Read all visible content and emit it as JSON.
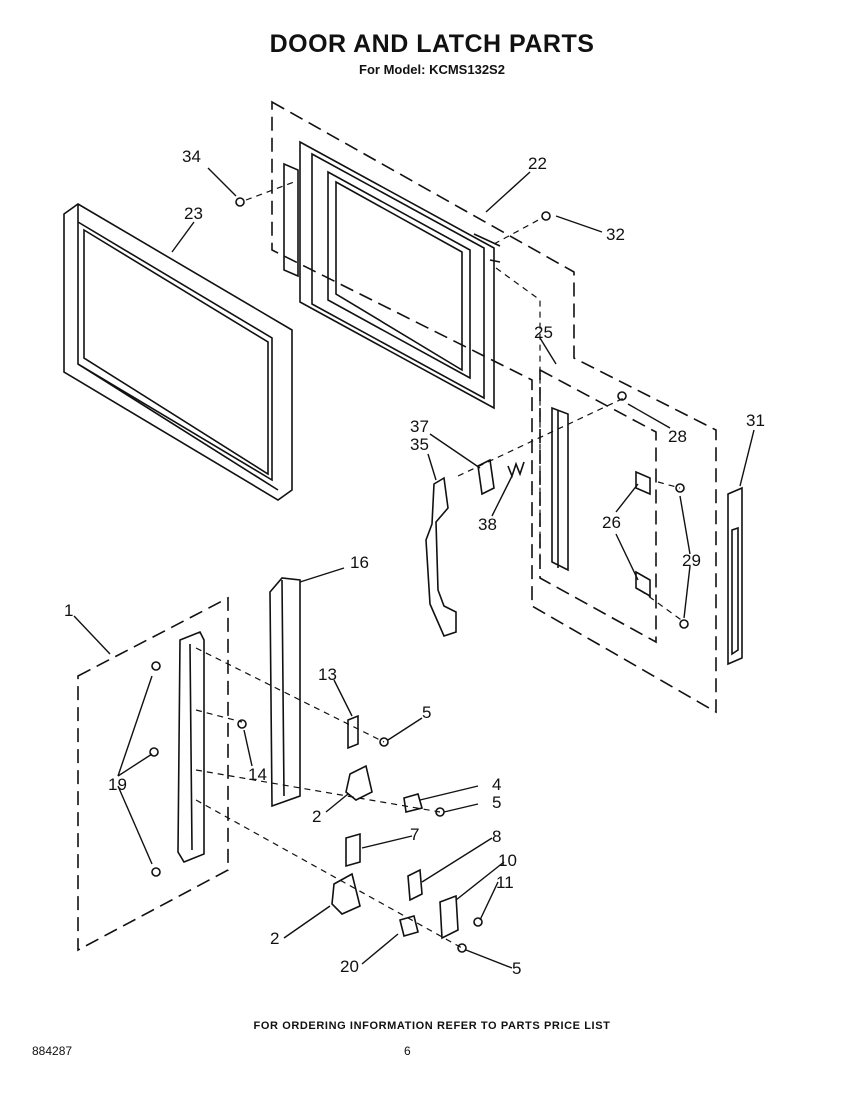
{
  "title": "DOOR AND LATCH PARTS",
  "subtitle": "For Model: KCMS132S2",
  "footer": "FOR ORDERING INFORMATION REFER TO PARTS PRICE LIST",
  "doc_number": "884287",
  "page_number": "6",
  "callouts": {
    "c1": "1",
    "c2a": "2",
    "c2b": "2",
    "c4": "4",
    "c5a": "5",
    "c5b": "5",
    "c5c": "5",
    "c7": "7",
    "c8": "8",
    "c10": "10",
    "c11": "11",
    "c13": "13",
    "c14": "14",
    "c16": "16",
    "c19": "19",
    "c20": "20",
    "c22": "22",
    "c23": "23",
    "c25": "25",
    "c26": "26",
    "c28": "28",
    "c29": "29",
    "c31": "31",
    "c32": "32",
    "c34": "34",
    "c35": "35",
    "c37": "37",
    "c38": "38"
  }
}
